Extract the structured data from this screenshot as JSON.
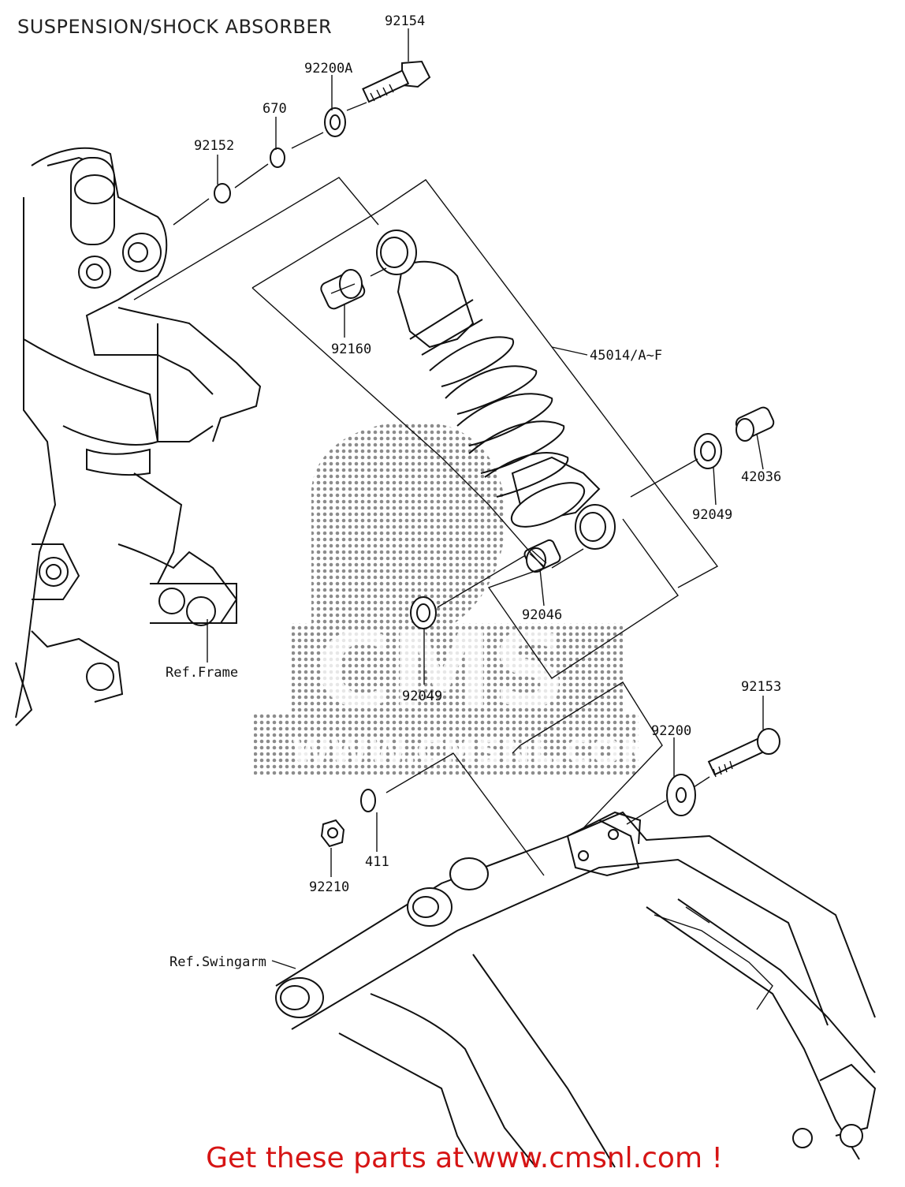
{
  "title": "SUSPENSION/SHOCK ABSORBER",
  "footer": "Get these parts at www.cmsnl.com !",
  "watermark": {
    "logo_text": "CMS",
    "url_text": "WWW.CMSNL.COM"
  },
  "parts": {
    "p92154": "92154",
    "p92200A": "92200A",
    "p670": "670",
    "p92152": "92152",
    "p92160": "92160",
    "p45014": "45014/A~F",
    "p42036": "42036",
    "p92049a": "92049",
    "p92046": "92046",
    "p92049b": "92049",
    "p92153": "92153",
    "p92200": "92200",
    "p411": "411",
    "p92210": "92210"
  },
  "refs": {
    "frame": "Ref.Frame",
    "swingarm": "Ref.Swingarm"
  },
  "colors": {
    "footer": "#d61414",
    "line": "#111111",
    "watermark": "#555555"
  }
}
